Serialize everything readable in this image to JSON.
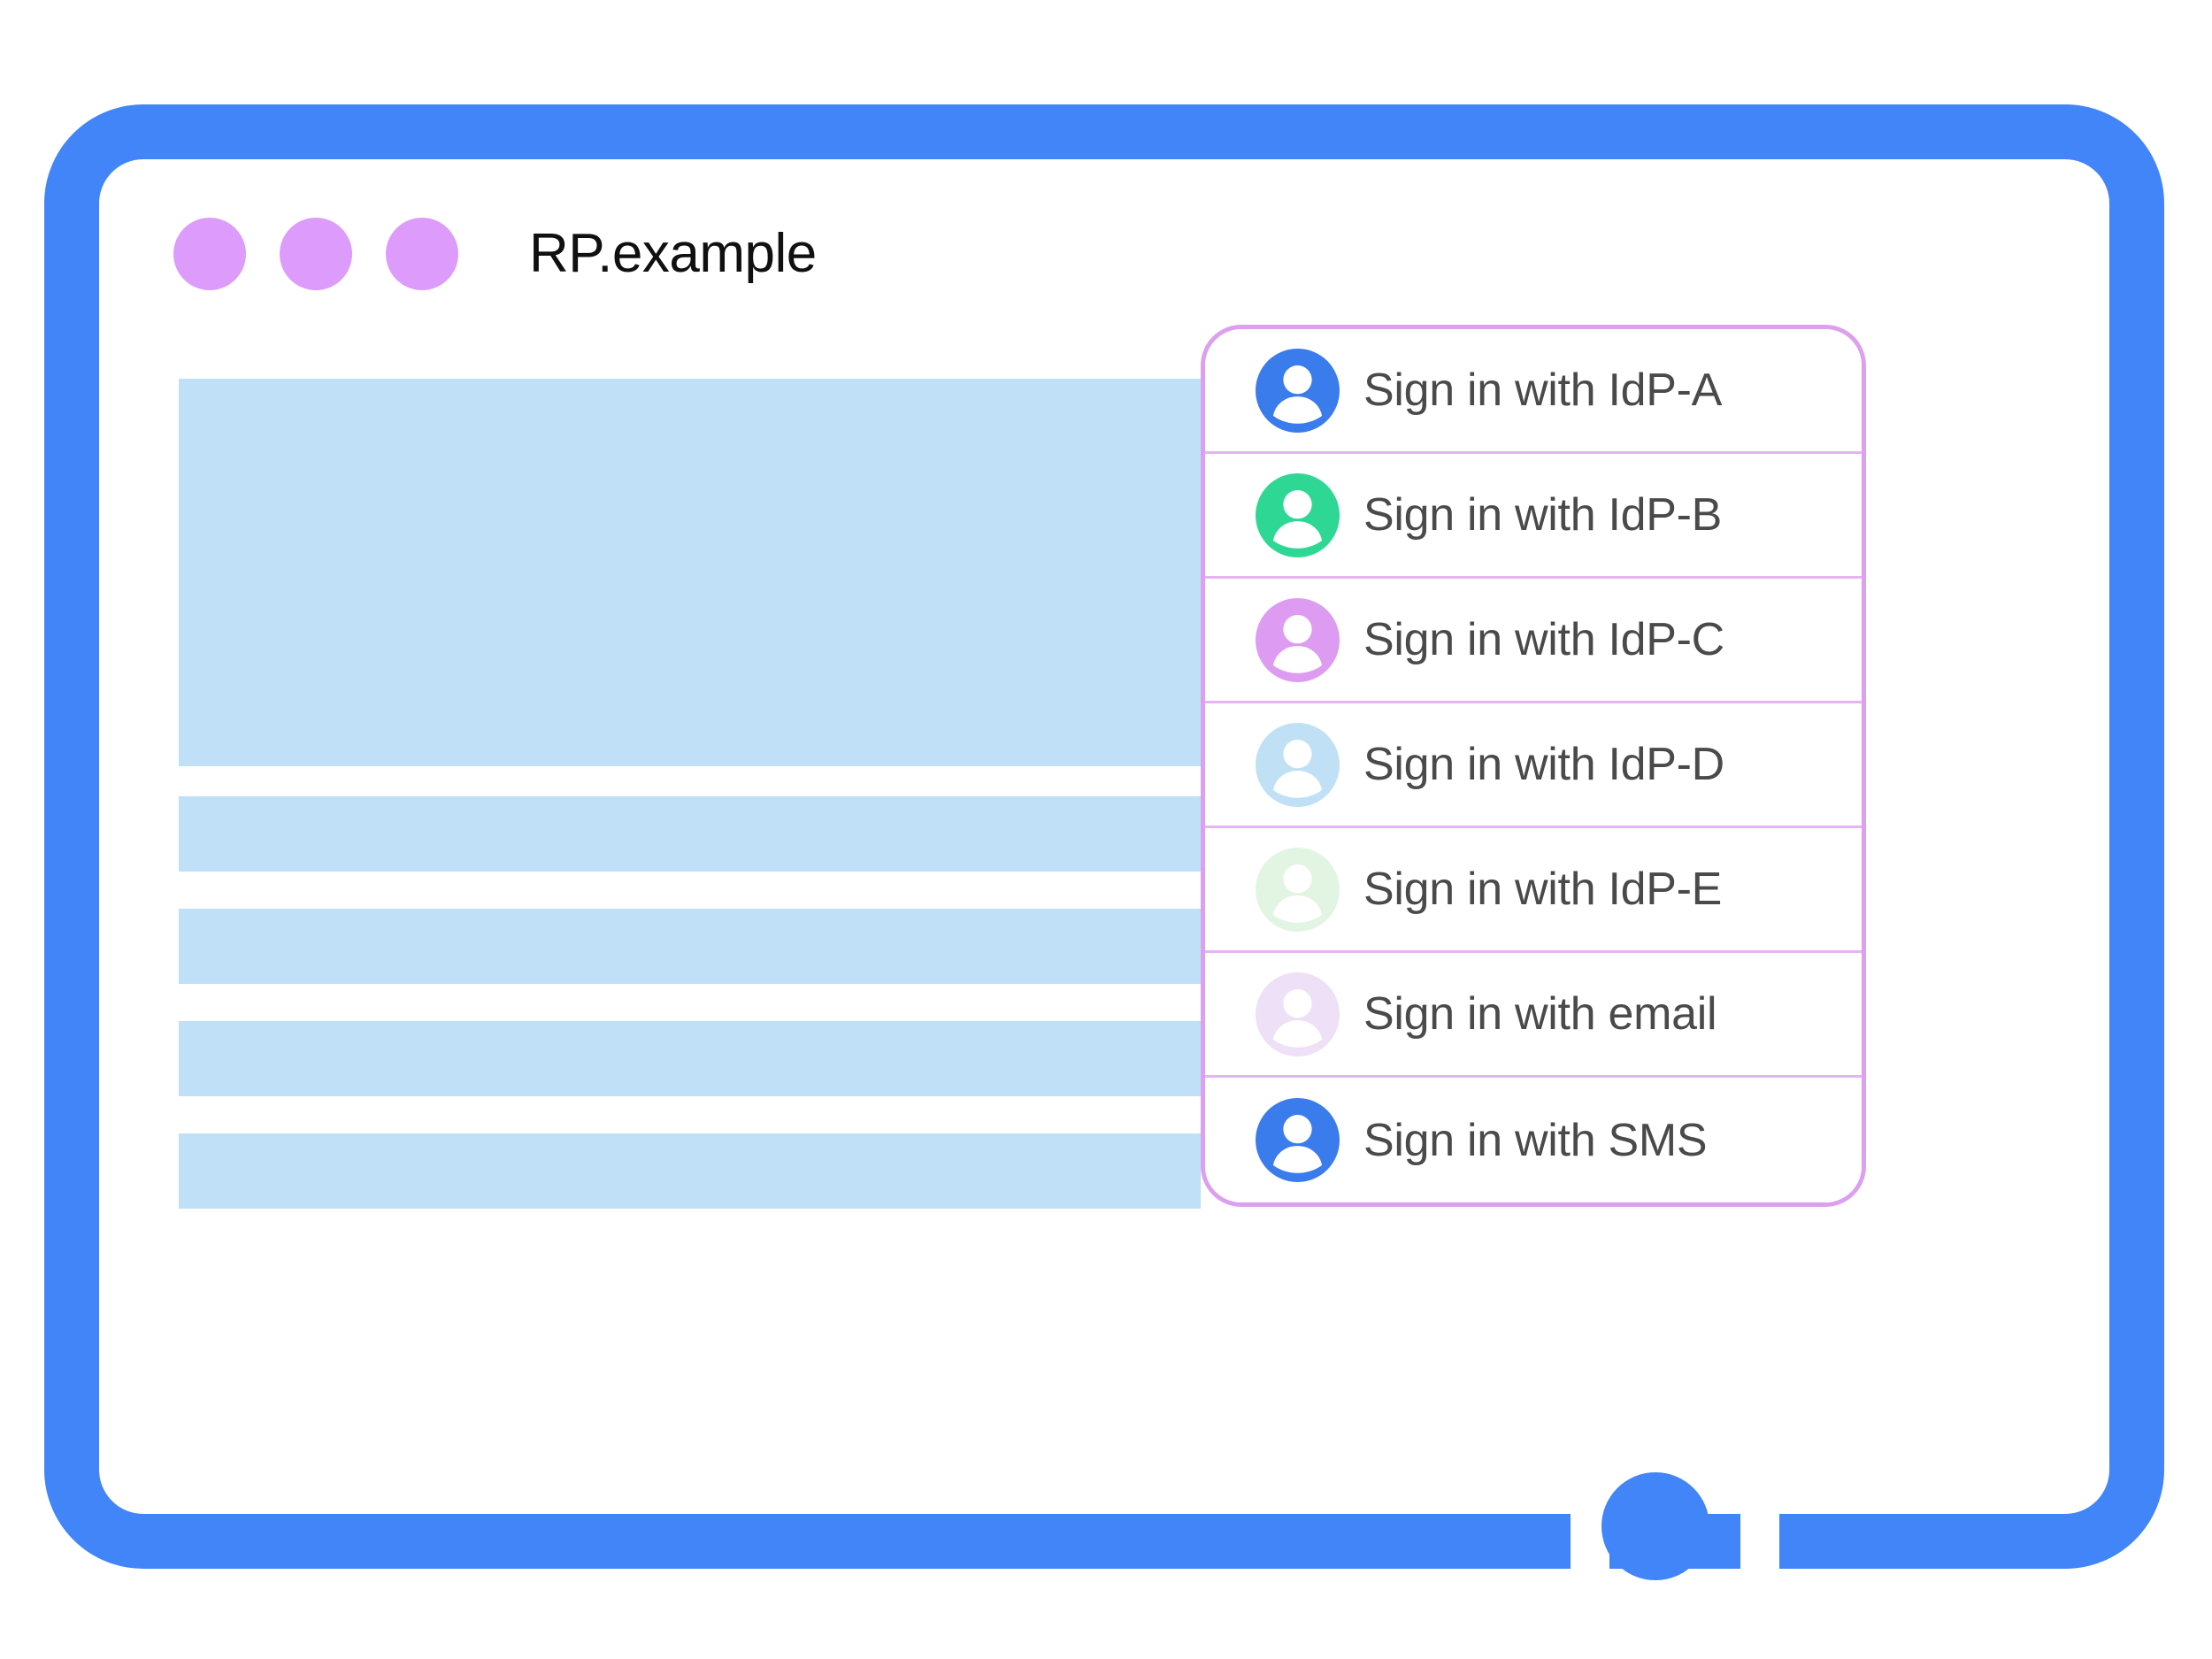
{
  "window": {
    "title": "RP.example",
    "traffic_dots": [
      "dot-1",
      "dot-2",
      "dot-3"
    ],
    "dot_color": "#dd9cfb",
    "frame_color": "#4285f8",
    "screen_color": "#ffffff"
  },
  "content": {
    "placeholder_color": "#bfe0f7",
    "blocks": [
      {
        "name": "hero-placeholder",
        "kind": "hero"
      },
      {
        "name": "text-placeholder-1",
        "kind": "row"
      },
      {
        "name": "text-placeholder-2",
        "kind": "row"
      },
      {
        "name": "text-placeholder-3",
        "kind": "row"
      },
      {
        "name": "text-placeholder-4",
        "kind": "row"
      }
    ]
  },
  "signin_card": {
    "border_color": "#dca0ef",
    "divider_color": "#e6b4f2",
    "label_color": "#4a4a4a",
    "options": [
      {
        "label": "Sign in with IdP-A",
        "icon": "account-avatar-icon",
        "avatar_color": "#3b7ced"
      },
      {
        "label": "Sign in with IdP-B",
        "icon": "account-avatar-icon",
        "avatar_color": "#2ed894"
      },
      {
        "label": "Sign in with IdP-C",
        "icon": "account-avatar-icon",
        "avatar_color": "#dd9cf2"
      },
      {
        "label": "Sign in with IdP-D",
        "icon": "account-avatar-icon",
        "avatar_color": "#bfe0f5"
      },
      {
        "label": "Sign in with IdP-E",
        "icon": "account-avatar-icon",
        "avatar_color": "#e2f5e2"
      },
      {
        "label": "Sign in with email",
        "icon": "account-avatar-icon",
        "avatar_color": "#eee0f6"
      },
      {
        "label": "Sign in with SMS",
        "icon": "account-avatar-icon",
        "avatar_color": "#3b7ced"
      }
    ]
  },
  "home_button": {
    "name": "home-button",
    "color": "#4285f8"
  }
}
